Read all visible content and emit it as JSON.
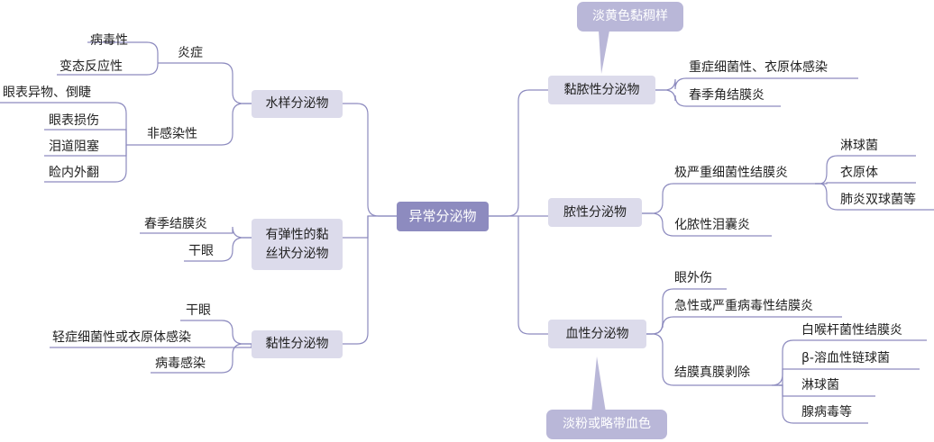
{
  "root": {
    "label": "异常分泌物"
  },
  "left": {
    "watery": {
      "label": "水样分泌物",
      "inflammation": {
        "label": "炎症",
        "items": [
          "病毒性",
          "变态反应性"
        ]
      },
      "noninfectious": {
        "label": "非感染性",
        "items": [
          "眼表异物、倒睫",
          "眼表损伤",
          "泪道阻塞",
          "睑内外翻"
        ]
      }
    },
    "elastic": {
      "label_line1": "有弹性的黏",
      "label_line2": "丝状分泌物",
      "items": [
        "春季结膜炎",
        "干眼"
      ]
    },
    "mucous": {
      "label": "黏性分泌物",
      "items": [
        "干眼",
        "轻症细菌性或衣原体感染",
        "病毒感染"
      ]
    }
  },
  "right": {
    "mucopurulent": {
      "label": "黏脓性分泌物",
      "callout": "淡黄色黏稠样",
      "items": [
        "重症细菌性、衣原体感染",
        "春季角结膜炎"
      ]
    },
    "purulent": {
      "label": "脓性分泌物",
      "severe": {
        "label": "极严重细菌性结膜炎",
        "items": [
          "淋球菌",
          "衣原体",
          "肺炎双球菌等"
        ]
      },
      "dacryo": {
        "label": "化脓性泪囊炎"
      }
    },
    "bloody": {
      "label": "血性分泌物",
      "callout": "淡粉或略带血色",
      "items": [
        "眼外伤",
        "急性或严重病毒性结膜炎"
      ],
      "membrane": {
        "label": "结膜真膜剥除",
        "items": [
          "白喉杆菌性结膜炎",
          "β-溶血性链球菌",
          "淋球菌",
          "腺病毒等"
        ]
      }
    }
  }
}
